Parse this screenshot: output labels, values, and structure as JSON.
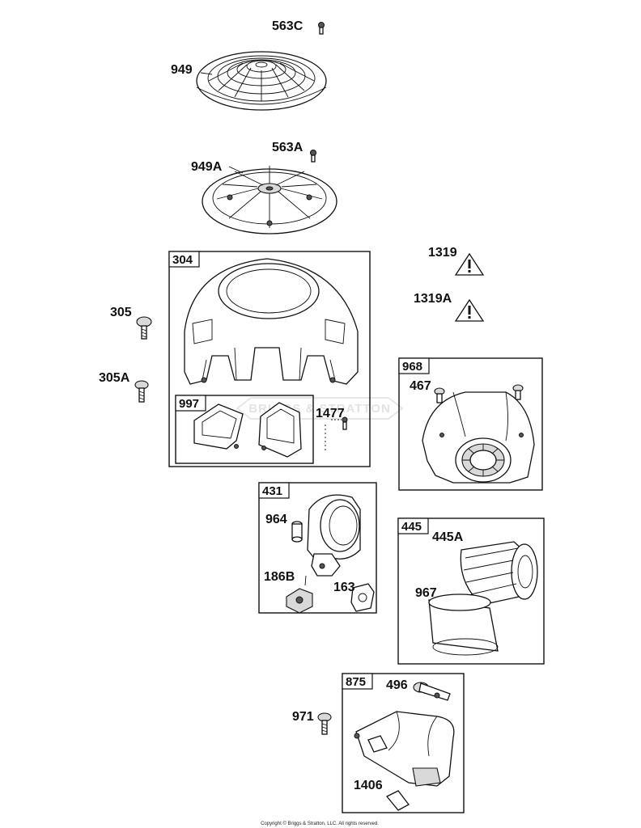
{
  "watermark": "BRIGGS & STRATTON",
  "copyright": "Copyright © Briggs & Stratton, LLC. All rights reserved.",
  "parts": {
    "p563C": "563C",
    "p949": "949",
    "p563A": "563A",
    "p949A": "949A",
    "p304": "304",
    "p305": "305",
    "p305A": "305A",
    "p997": "997",
    "p1477": "1477",
    "p1319": "1319",
    "p1319A": "1319A",
    "p968": "968",
    "p467": "467",
    "p431": "431",
    "p964": "964",
    "p186B": "186B",
    "p163": "163",
    "p445": "445",
    "p445A": "445A",
    "p967": "967",
    "p875": "875",
    "p496": "496",
    "p971": "971",
    "p1406": "1406"
  },
  "icons": [
    "warning-triangle-icon",
    "bolt-icon"
  ]
}
